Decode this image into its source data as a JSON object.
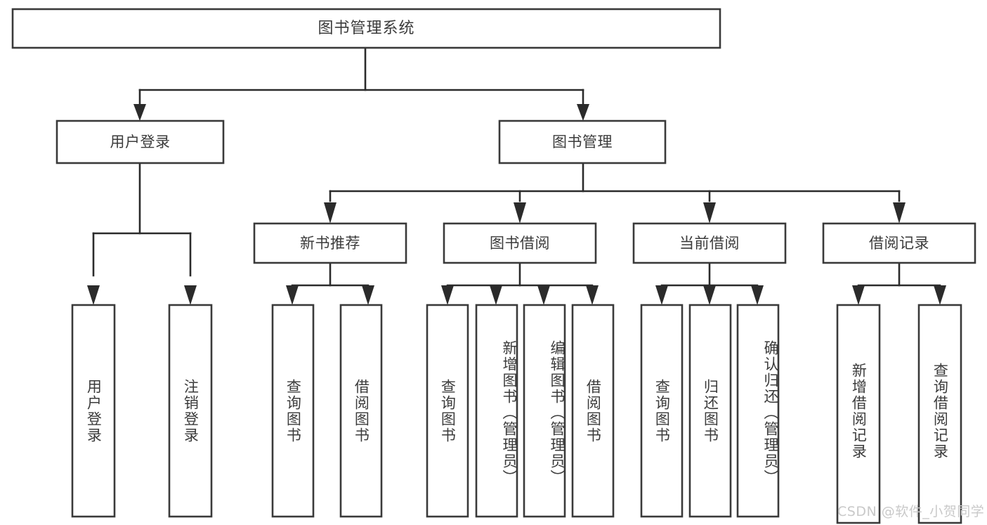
{
  "diagram": {
    "type": "tree-hierarchy",
    "title": "图书管理系统",
    "watermark": "CSDN @软件_小贺同学",
    "colors": {
      "background": "#ffffff",
      "node_fill": "#ffffff",
      "node_stroke": "#3a3a3a",
      "connector": "#2b2b2b",
      "text": "#3b3b3b",
      "watermark": "#c9c9c9"
    },
    "levels": {
      "root": {
        "label": "图书管理系统"
      },
      "level2": [
        {
          "id": "user-login",
          "label": "用户登录"
        },
        {
          "id": "book-management",
          "label": "图书管理"
        }
      ],
      "level3": [
        {
          "id": "new-book-recommend",
          "label": "新书推荐",
          "parent": "book-management"
        },
        {
          "id": "book-borrow",
          "label": "图书借阅",
          "parent": "book-management"
        },
        {
          "id": "current-borrow",
          "label": "当前借阅",
          "parent": "book-management"
        },
        {
          "id": "borrow-record",
          "label": "借阅记录",
          "parent": "book-management"
        }
      ],
      "leaves": [
        {
          "id": "leaf-user-login",
          "label": "用户登录",
          "parent": "user-login"
        },
        {
          "id": "leaf-logout-login",
          "label": "注销登录",
          "parent": "user-login"
        },
        {
          "id": "leaf-query-book-1",
          "label": "查询图书",
          "parent": "new-book-recommend"
        },
        {
          "id": "leaf-borrow-book-1",
          "label": "借阅图书",
          "parent": "new-book-recommend"
        },
        {
          "id": "leaf-query-book-2",
          "label": "查询图书",
          "parent": "book-borrow"
        },
        {
          "id": "leaf-add-book",
          "label": "新增图书（管理员）",
          "parent": "book-borrow"
        },
        {
          "id": "leaf-edit-book",
          "label": "编辑图书（管理员）",
          "parent": "book-borrow"
        },
        {
          "id": "leaf-borrow-book-2",
          "label": "借阅图书",
          "parent": "book-borrow"
        },
        {
          "id": "leaf-query-book-3",
          "label": "查询图书",
          "parent": "current-borrow"
        },
        {
          "id": "leaf-return-book",
          "label": "归还图书",
          "parent": "current-borrow"
        },
        {
          "id": "leaf-confirm-return",
          "label": "确认归还（管理员）",
          "parent": "current-borrow"
        },
        {
          "id": "leaf-add-record",
          "label": "新增借阅记录",
          "parent": "borrow-record"
        },
        {
          "id": "leaf-query-record",
          "label": "查询借阅记录",
          "parent": "borrow-record"
        }
      ]
    }
  }
}
